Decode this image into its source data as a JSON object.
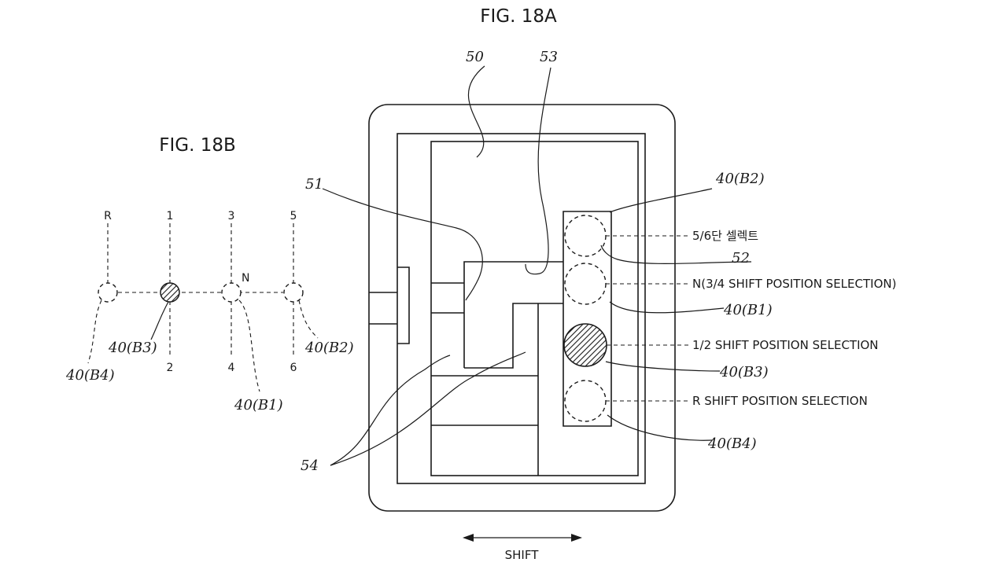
{
  "fig_a": {
    "title": "FIG. 18A",
    "refs": {
      "r50": "50",
      "r53": "53",
      "r51": "51",
      "r52": "52",
      "r54": "54",
      "b2": "40(B2)",
      "b1": "40(B1)",
      "b3": "40(B3)",
      "b4": "40(B4)"
    },
    "labels": {
      "sel56": "5/6단 셀렉트",
      "sel34": "N(3/4 SHIFT POSITION SELECTION)",
      "sel12": "1/2 SHIFT POSITION SELECTION",
      "selR": "R SHIFT POSITION SELECTION"
    },
    "shift": "SHIFT"
  },
  "fig_b": {
    "title": "FIG. 18B",
    "top": [
      "R",
      "1",
      "3",
      "5"
    ],
    "bottom": [
      "2",
      "4",
      "6"
    ],
    "neutral": "N",
    "refs": {
      "b3": "40(B3)",
      "b4": "40(B4)",
      "b1": "40(B1)",
      "b2": "40(B2)"
    }
  },
  "colors": {
    "line": "#1a1a1a",
    "background": "#ffffff"
  }
}
